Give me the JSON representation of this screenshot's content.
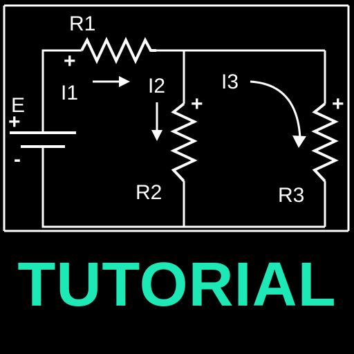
{
  "diagram": {
    "labels": {
      "r1": "R1",
      "r2": "R2",
      "r3": "R3",
      "e": "E",
      "i1": "I1",
      "i2": "I2",
      "i3": "I3"
    },
    "polarity": {
      "r1_plus": "+",
      "r2_plus": "+",
      "r3_plus": "+",
      "e_plus": "+",
      "e_minus": "-"
    }
  },
  "banner": {
    "text": "TUTORIAL",
    "color": "#1de9b6"
  },
  "colors": {
    "background": "#000000",
    "lines": "#ffffff"
  }
}
